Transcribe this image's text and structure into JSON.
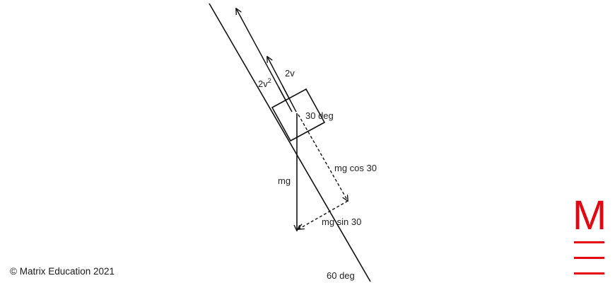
{
  "labels": {
    "force_2v": "2v",
    "force_2v2_base": "2v",
    "force_2v2_exp": "2",
    "angle_block": "30 deg",
    "force_mg": "mg",
    "force_mg_cos": "mg cos 30",
    "force_mg_sin": "mg sin 30",
    "angle_incline": "60 deg"
  },
  "footer": {
    "copyright": "© Matrix Education 2021"
  },
  "colors": {
    "line": "#111111",
    "brand": "#e30613"
  },
  "logo": {
    "letter": "M"
  }
}
